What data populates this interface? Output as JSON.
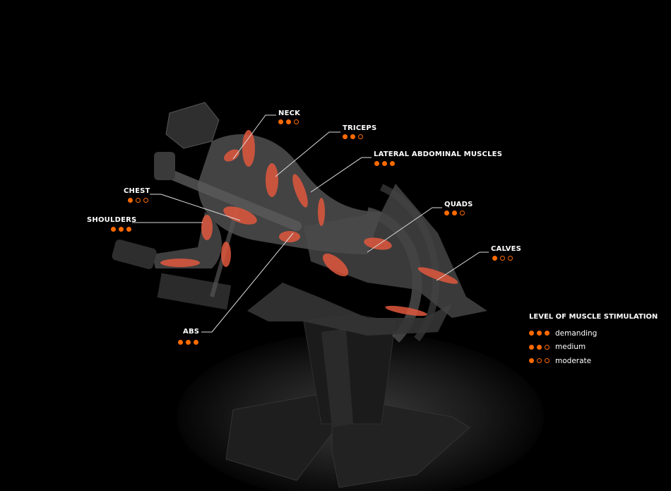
{
  "muscles": [
    {
      "id": "neck",
      "label": "NECK",
      "level": 2
    },
    {
      "id": "triceps",
      "label": "TRICEPS",
      "level": 2
    },
    {
      "id": "lateral",
      "label": "LATERAL ABDOMINAL MUSCLES",
      "level": 3
    },
    {
      "id": "chest",
      "label": "CHEST",
      "level": 1
    },
    {
      "id": "shoulders",
      "label": "SHOULDERS",
      "level": 3
    },
    {
      "id": "quads",
      "label": "QUADS",
      "level": 2
    },
    {
      "id": "calves",
      "label": "CALVES",
      "level": 1
    },
    {
      "id": "abs",
      "label": "ABS",
      "level": 3
    }
  ],
  "legend": {
    "title": "LEVEL OF MUSCLE STIMULATION",
    "items": [
      {
        "label": "demanding",
        "level": 3
      },
      {
        "label": "medium",
        "level": 2
      },
      {
        "label": "moderate",
        "level": 1
      }
    ]
  },
  "colors": {
    "accent": "#ff6a00",
    "muscle": "#e0583e",
    "body": "#3a3a3a",
    "background": "#000000"
  }
}
